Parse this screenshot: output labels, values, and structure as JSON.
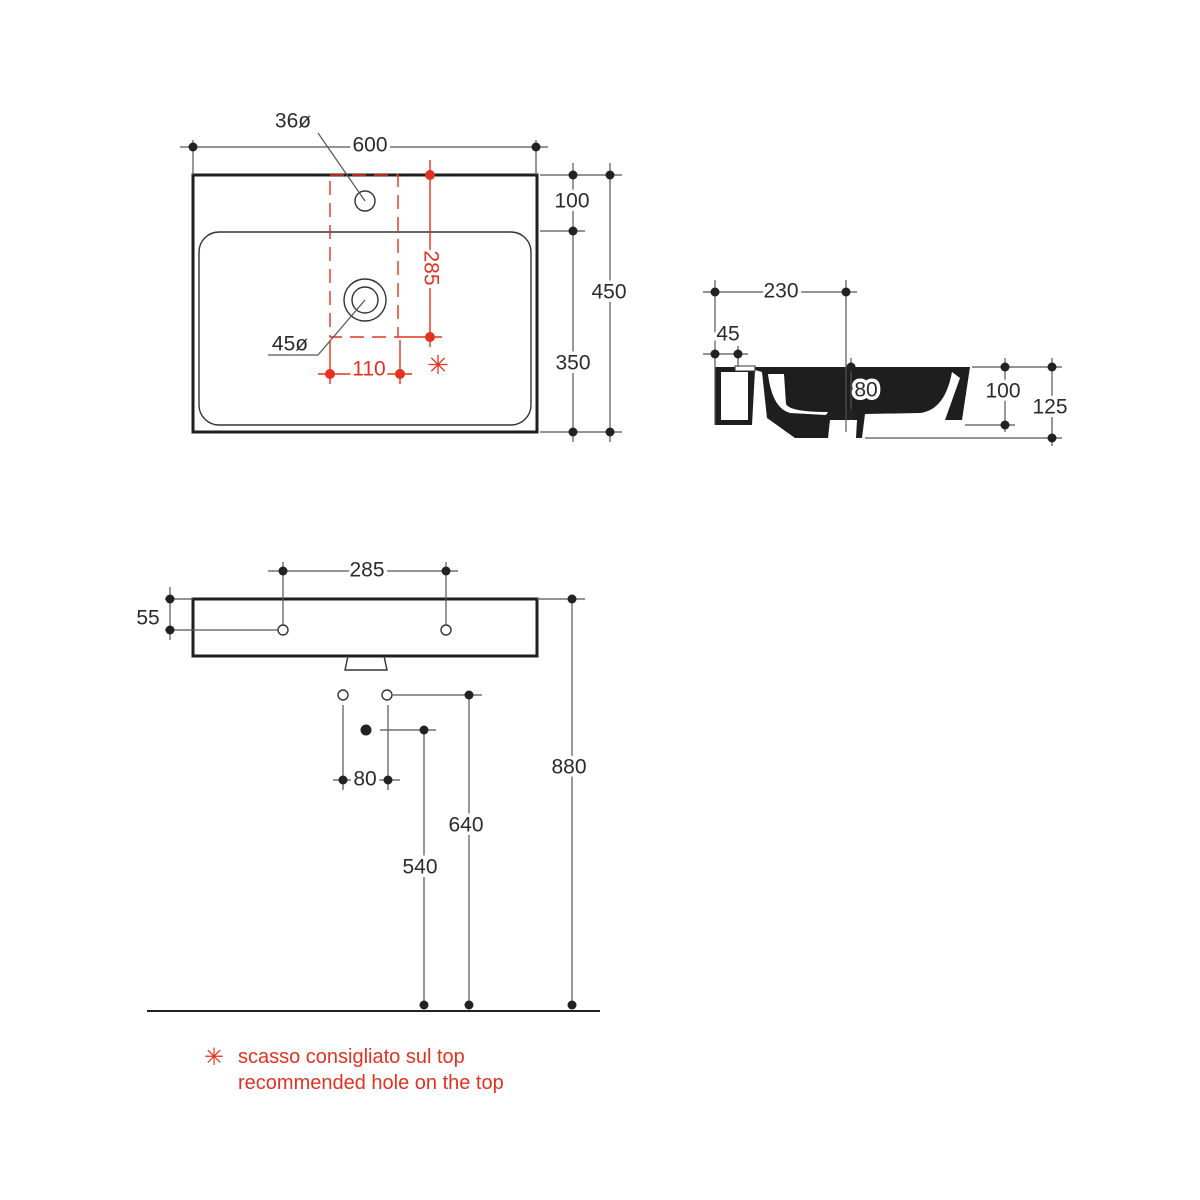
{
  "plan_view": {
    "width": "600",
    "depth": "450",
    "back_rim": "100",
    "basin_depth": "350",
    "tap_hole": "36ø",
    "drain": "45ø",
    "recess_length": "285",
    "recess_width": "110"
  },
  "side_view": {
    "overall_depth": "230",
    "tap_ledge": "45",
    "basin_depth": "80",
    "rim_height": "100",
    "total_height": "125"
  },
  "front_view": {
    "bracket_spacing": "285",
    "bracket_height": "55",
    "supply_spacing": "80",
    "supply_height": "640",
    "waste_height": "540",
    "top_height": "880"
  },
  "legend": {
    "marker": "✳",
    "line_it": "scasso consigliato sul top",
    "line_en": "recommended hole on the top"
  },
  "colors": {
    "accent_red": "#e3321f",
    "line": "#1e1e1e"
  }
}
